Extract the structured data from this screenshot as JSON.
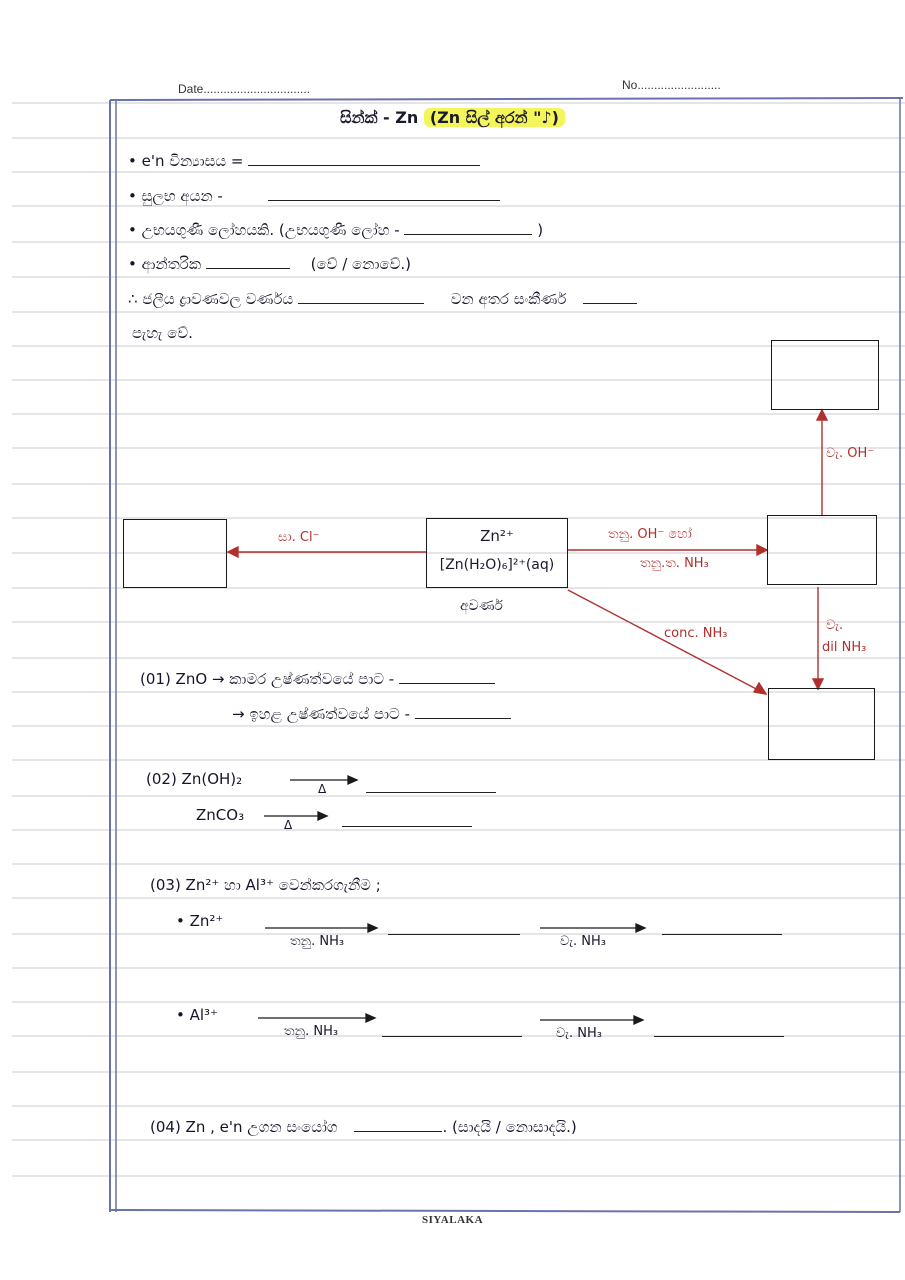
{
  "header": {
    "date_label": "Date................................",
    "no_label": "No........................."
  },
  "title": {
    "prefix": "සින්ක් - Zn",
    "highlight": "(Zn සිල් අරන් \"♪)"
  },
  "lines": {
    "l1": "• e'n වින්‍යාසය  =",
    "l2": "• සුලභ අයන  -",
    "l3a": "• උභයගුණී ලෝහයකි. (උභයගුණී ලෝහ -",
    "l3b": ")",
    "l4a": "• ආන්තරික",
    "l4b": "(වේ / නොවේ.)",
    "l5a": "∴ ජලීය ද්‍රාවණවල වර්ණය",
    "l5b": "වන අතර සංකීර්ණ",
    "l6": "පැහැ වේ."
  },
  "diagram": {
    "center_ion": "Zn²⁺",
    "center_complex": "[Zn(H₂O)₆]²⁺(aq)",
    "center_caption": "අවර්ණ",
    "left_reagent": "සා. Cl⁻",
    "right_reagent_1": "තනු. OH⁻ හෝ",
    "right_reagent_2": "තනු.ත. NH₃",
    "up_reagent": "වැ. OH⁻",
    "down_reagent_1": "වැ.",
    "down_reagent_2": "dil NH₃",
    "diag_reagent": "conc. NH₃"
  },
  "q1": {
    "a": "(01) ZnO → කාමර උෂ්ණත්වයේ පාට -",
    "b": "→ ඉහළ උෂ්ණත්වයේ පාට -"
  },
  "q2": {
    "a": "(02) Zn(OH)₂",
    "b": "ZnCO₃",
    "heat": "Δ"
  },
  "q3": {
    "heading": "(03) Zn²⁺ හා Al³⁺ වෙන්කරගැනීම ;",
    "zn_ion": "• Zn²⁺",
    "al_ion": "• Al³⁺",
    "reagent_1": "තනු. NH₃",
    "reagent_2": "වැ. NH₃"
  },
  "q4": {
    "a": "(04) Zn , e'n උගන සංයෝග",
    "b": ". (සාදයි / නොසාදයි.)"
  },
  "footer": {
    "brand": "SIYALAKA"
  }
}
